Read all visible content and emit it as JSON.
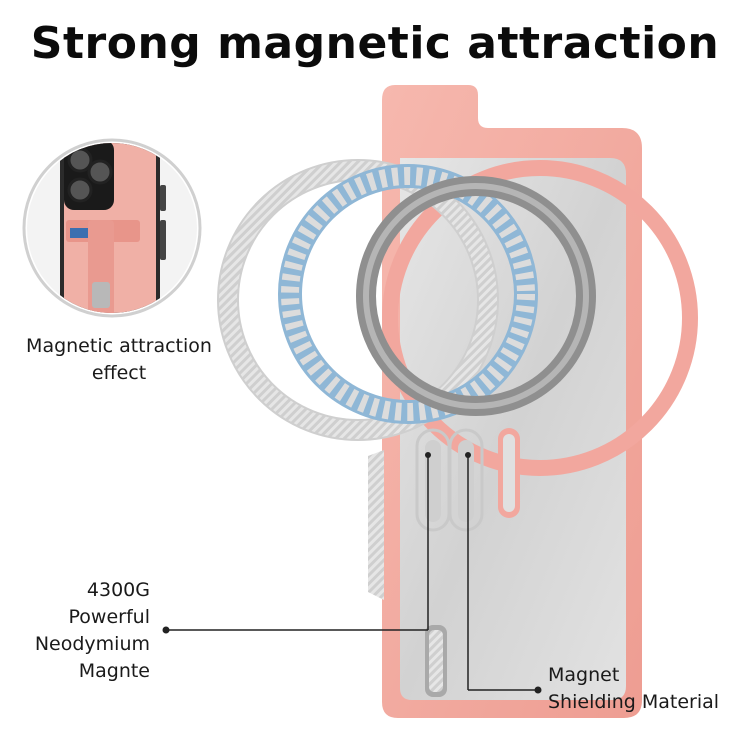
{
  "headline": "Strong magnetic attraction",
  "callouts": {
    "attraction_effect": [
      "Magnetic attraction",
      "effect"
    ],
    "magnet": [
      "4300G",
      "Powerful",
      "Neodymium",
      "Magnte"
    ],
    "shielding": [
      "Magnet",
      "Shielding Material"
    ]
  },
  "colors": {
    "pink_case": "#f2a79e",
    "silver_plate": "#d8d8d8",
    "gray_ring": "#8f8f8f",
    "blue_segments": "#8fb7d6",
    "callout_line": "#222222"
  }
}
